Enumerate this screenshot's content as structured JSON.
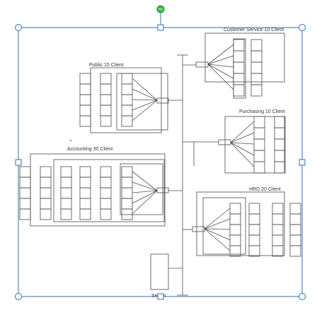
{
  "canvas": {
    "colors": {
      "line": "#4a4a4a",
      "selection": "#2f6fb0",
      "rotate_handle": "#35c03a",
      "background": "#ffffff"
    }
  },
  "groups": {
    "customer_service": {
      "label": "Customer Service 10 Client"
    },
    "public": {
      "label": "Public 15 Client"
    },
    "purchasing": {
      "label": "Purchasing 10 Client"
    },
    "accounting": {
      "label": "Accounting 30 Client"
    },
    "hrd": {
      "label": "HRD 20 Client"
    }
  },
  "server": {
    "label": "Server"
  }
}
